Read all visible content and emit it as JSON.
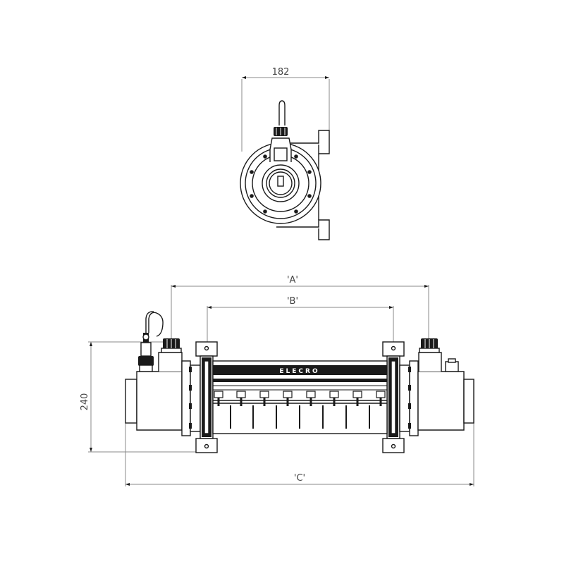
{
  "dimensions": {
    "top_width": "182",
    "a_label": "'A'",
    "b_label": "'B'",
    "c_label": "'C'",
    "height": "240"
  },
  "brand": "ELECRO"
}
